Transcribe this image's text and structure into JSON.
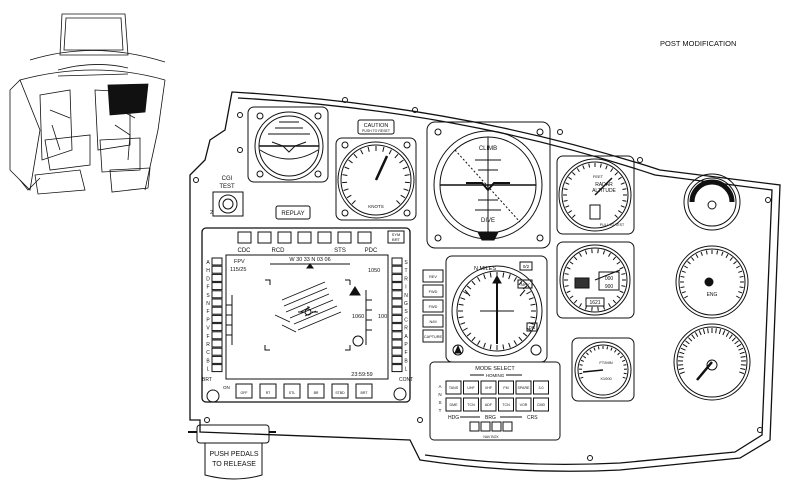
{
  "header": {
    "title": "POST MODIFICATION"
  },
  "caution": {
    "line1": "CAUTION",
    "line2": "PUSH TO RESET"
  },
  "cgi": {
    "line1": "CGI",
    "line2": "TEST",
    "num": "2"
  },
  "replay": {
    "label": "REPLAY"
  },
  "mfd": {
    "top_labels": [
      "CDC",
      "RCD",
      "STS",
      "PDC"
    ],
    "sym_brt": [
      "SYM",
      "BRT"
    ],
    "brt": "BRT",
    "cont": "CONT",
    "on": "ON",
    "off": "OFF",
    "left_keys": [
      "A",
      "H",
      "D",
      "F",
      "S",
      "N",
      "F",
      "P",
      "V",
      "F",
      "R",
      "C",
      "B",
      "L"
    ],
    "right_keys": [
      "S",
      "T",
      "R",
      "I",
      "N",
      "G",
      "S",
      "C",
      "R",
      "A",
      "P",
      "F",
      "B",
      "L"
    ],
    "fpv": "FPV",
    "speed": "115/25",
    "compass": "W  30  33  N  03  06",
    "alt_hi": "1050",
    "alt_mid": "1060",
    "alt_right": "100",
    "clock": "23:59:59",
    "bottom_buttons": [
      "OFF",
      "RT",
      "STL",
      "BR",
      "STBD",
      "BRT"
    ]
  },
  "nav": {
    "n_miles": "N MILES",
    "vertical": [
      "REV",
      "FWD",
      "FWD",
      "N/M",
      "CAPTURE"
    ],
    "sub": "0/2",
    "nav": "NAV",
    "dg": "DG"
  },
  "mode": {
    "title": "MODE SELECT",
    "homing": "HOMING",
    "row1": [
      "TANS",
      "UHF",
      "VHF",
      "FM",
      "SPARE",
      "3.0"
    ],
    "row2": [
      "DME",
      "TCN",
      "ADF",
      "TCN",
      "VOR",
      "CMD"
    ],
    "left": [
      "A",
      "N",
      "S",
      "T"
    ],
    "bottom": [
      "HDG",
      "BRG",
      "CRS"
    ],
    "nav_box": "NAV BOX"
  },
  "radar": {
    "line1": "RADAR",
    "line2": "ALTITUDE",
    "feet": "FEET",
    "pull": "PULL TO TEST"
  },
  "alt": {
    "hi": "000",
    "lo": "900",
    "setting": "1621"
  },
  "airspeed": {
    "label": "KNOTS"
  },
  "vsi": {
    "label": "FT/MIN",
    "sub": "X1000"
  },
  "gauge_right": {
    "label": "ENG"
  },
  "pedals": {
    "line1": "PUSH PEDALS",
    "line2": "TO RELEASE"
  },
  "adi_marks": [
    "CLIMB",
    "DIVE"
  ]
}
